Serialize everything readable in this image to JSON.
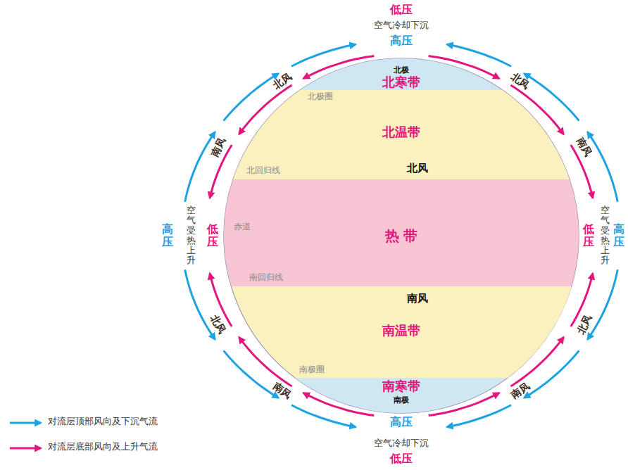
{
  "diagram": {
    "nodes": [
      {
        "text": [
          "北寒带"
        ]
      },
      {
        "text": [
          "北温带"
        ]
      },
      {
        "text": [
          "热 带"
        ]
      },
      {
        "text": [
          "南温带"
        ]
      },
      {
        "text": [
          "南寒带"
        ]
      }
    ],
    "labels": [
      "低压",
      "空气冷却下沉",
      "高压",
      "北极",
      "北极圈",
      "北风",
      "南风",
      "北风",
      "南风",
      "北回归线",
      "北风",
      "高压",
      "空气受热上升",
      "低压",
      "赤道",
      "低压",
      "空气受热上升",
      "高压",
      "南回归线",
      "南风",
      "北风",
      "北风",
      "南极圈",
      "南风",
      "南风",
      "南极",
      "高压",
      "空气冷却下沉",
      "低压"
    ],
    "legend": [
      {
        "text": "对流层顶部风向及下沉气流"
      },
      {
        "text": "对流层底部风向及上升气流"
      }
    ]
  }
}
